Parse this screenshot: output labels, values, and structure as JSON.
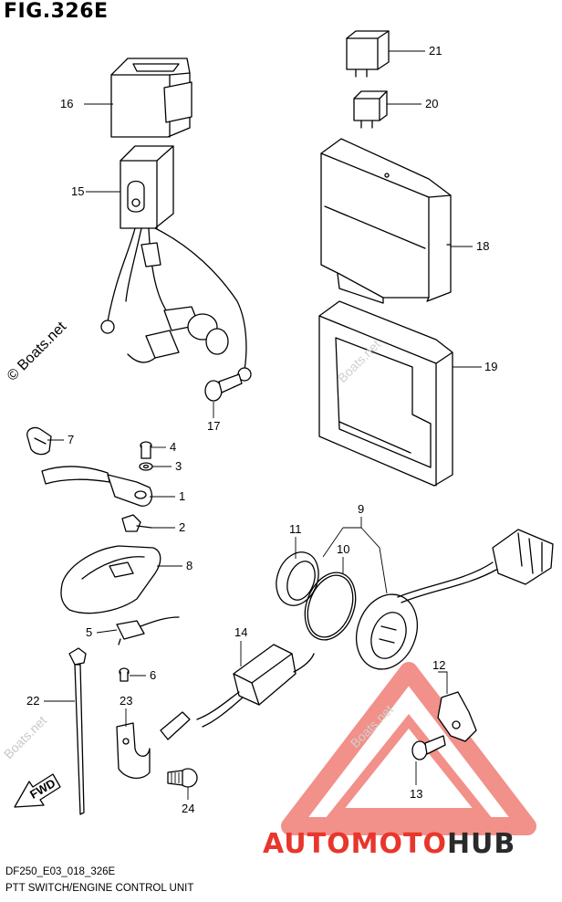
{
  "figure_title": "FIG.326E",
  "footer": {
    "model_code": "DF250_E03_018_326E",
    "caption": "PTT SWITCH/ENGINE CONTROL UNIT"
  },
  "watermarks": {
    "main": "© Boats.net",
    "faint": "Boats.net"
  },
  "fwd_label": "FWD",
  "logo": {
    "text_red": "AUTOMOTO",
    "text_dark": "HUB",
    "color_red": "#e8362c",
    "color_dark": "#2a2a2a"
  },
  "callouts": [
    "1",
    "2",
    "3",
    "4",
    "5",
    "6",
    "7",
    "8",
    "9",
    "10",
    "11",
    "12",
    "13",
    "14",
    "15",
    "16",
    "17",
    "18",
    "19",
    "20",
    "21",
    "22",
    "23",
    "24"
  ]
}
